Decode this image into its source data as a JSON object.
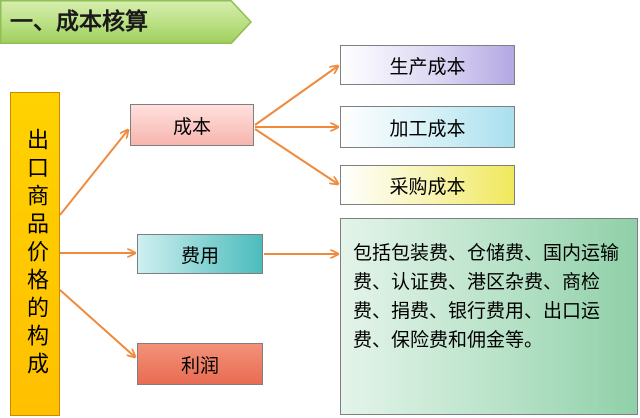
{
  "title": "一、成本核算",
  "root": "出口商品价格的构成",
  "nodes": {
    "cost": "成本",
    "fee": "费用",
    "profit": "利润"
  },
  "cost_children": {
    "production": "生产成本",
    "processing": "加工成本",
    "purchase": "采购成本"
  },
  "fee_detail": "包括包装费、仓储费、国内运输费、认证费、港区杂费、商检费、捐费、银行费用、出口运费、保险费和佣金等。",
  "colors": {
    "arrow": "#f08a3c",
    "root_fill": "#ffc000",
    "banner_fill": "#b9df82"
  }
}
